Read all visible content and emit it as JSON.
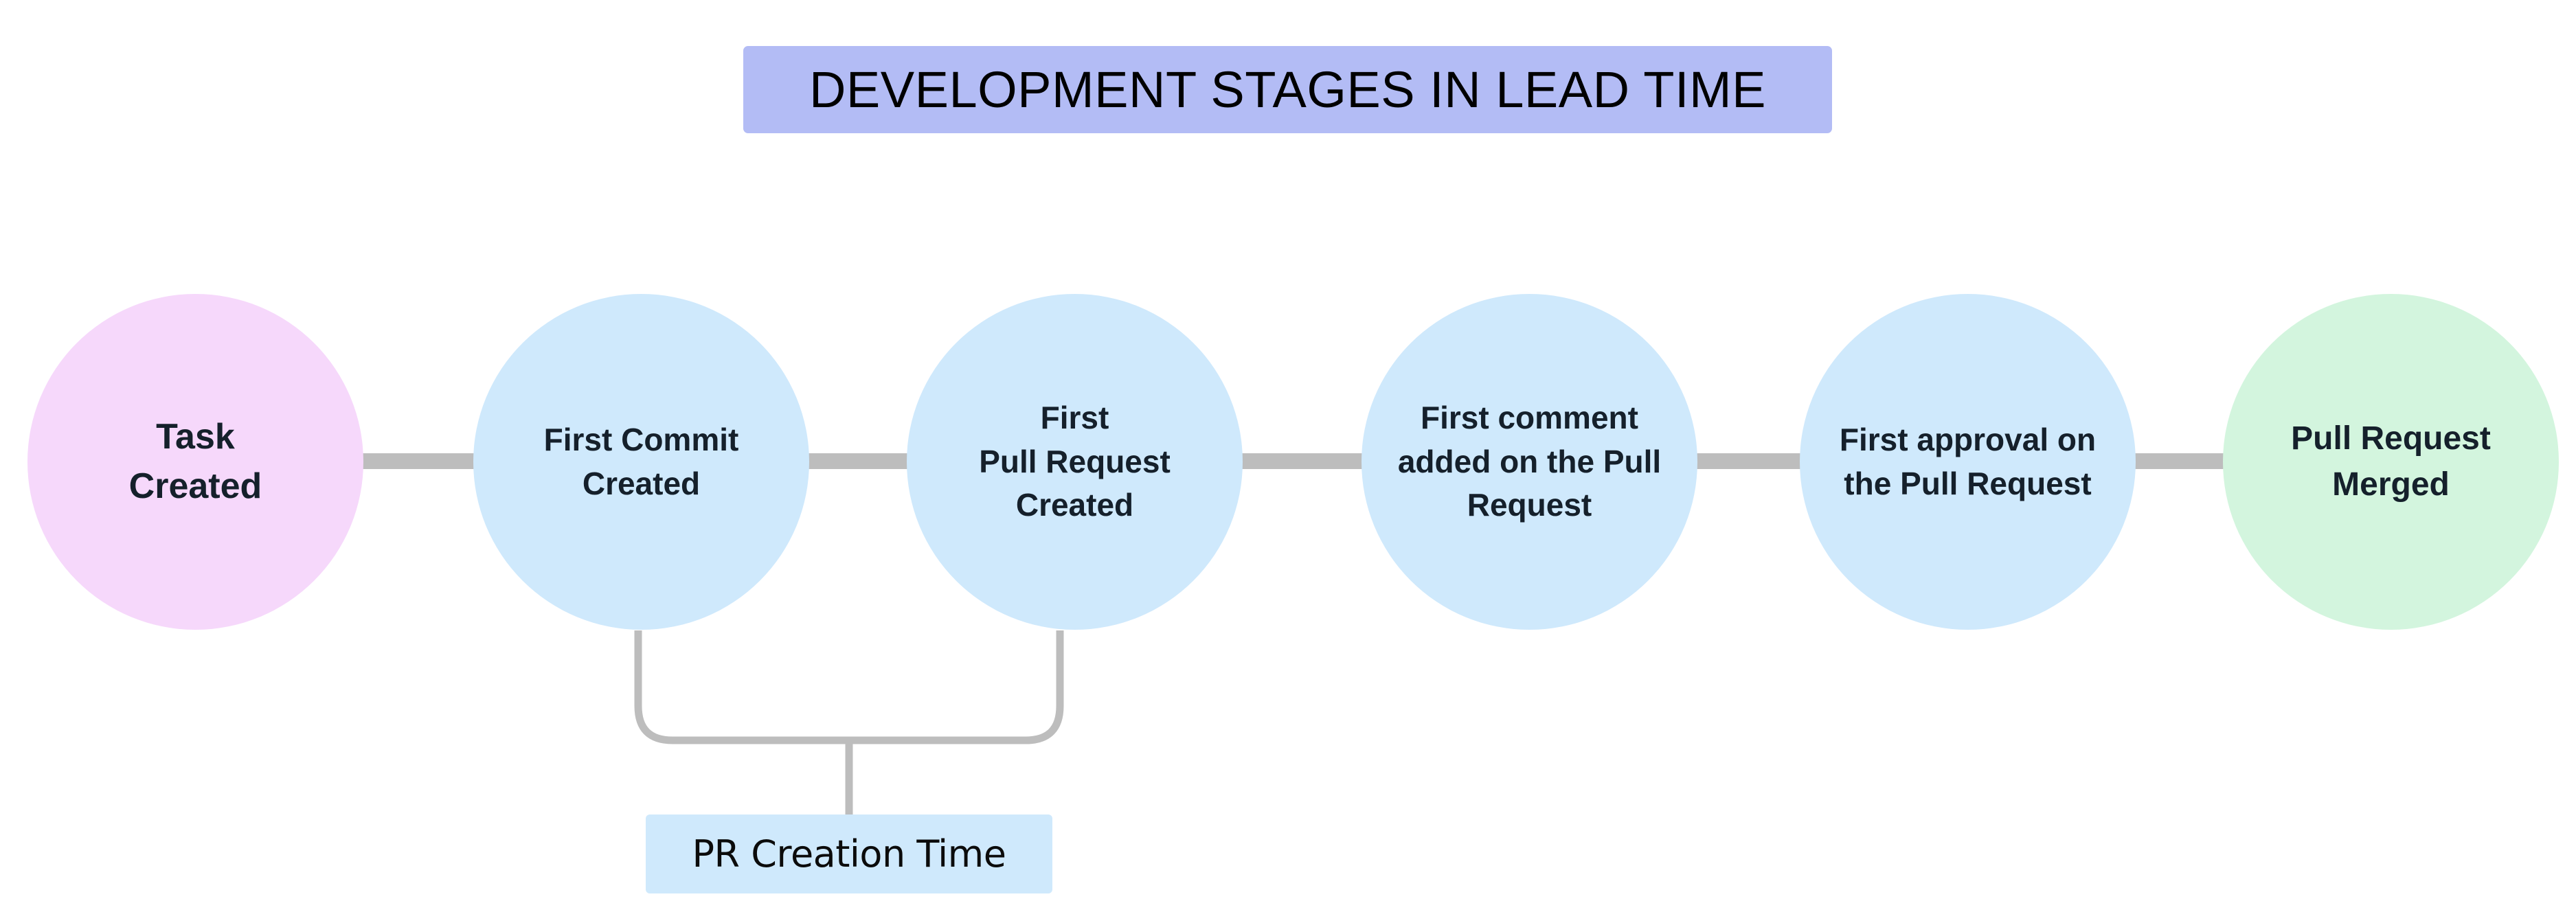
{
  "diagram": {
    "title": "DEVELOPMENT STAGES IN LEAD TIME",
    "title_bg_color": "#b3bcf5",
    "connector_color": "#bdbdbd",
    "stages": [
      {
        "id": "task-created",
        "label": "Task\nCreated",
        "color": "#f6d8fb",
        "color_name": "pink",
        "font_size": 52
      },
      {
        "id": "first-commit-created",
        "label": "First Commit\nCreated",
        "color": "#cfe9fc",
        "color_name": "blue",
        "font_size": 46
      },
      {
        "id": "first-pull-request-created",
        "label": "First\nPull Request\nCreated",
        "color": "#cfe9fc",
        "color_name": "blue",
        "font_size": 46
      },
      {
        "id": "first-comment-added-on-pull-request",
        "label": "First comment\nadded on the Pull\nRequest",
        "color": "#cfe9fc",
        "color_name": "blue",
        "font_size": 46
      },
      {
        "id": "first-approval-on-pull-request",
        "label": "First approval on\nthe Pull Request",
        "color": "#cfe9fc",
        "color_name": "blue",
        "font_size": 46
      },
      {
        "id": "pull-request-merged",
        "label": "Pull Request\nMerged",
        "color": "#d3f5de",
        "color_name": "green",
        "font_size": 48
      }
    ],
    "annotation": {
      "label": "PR Creation Time",
      "bg_color": "#cfe9fc",
      "spans_from": "first-commit-created",
      "spans_to": "first-pull-request-created"
    }
  }
}
